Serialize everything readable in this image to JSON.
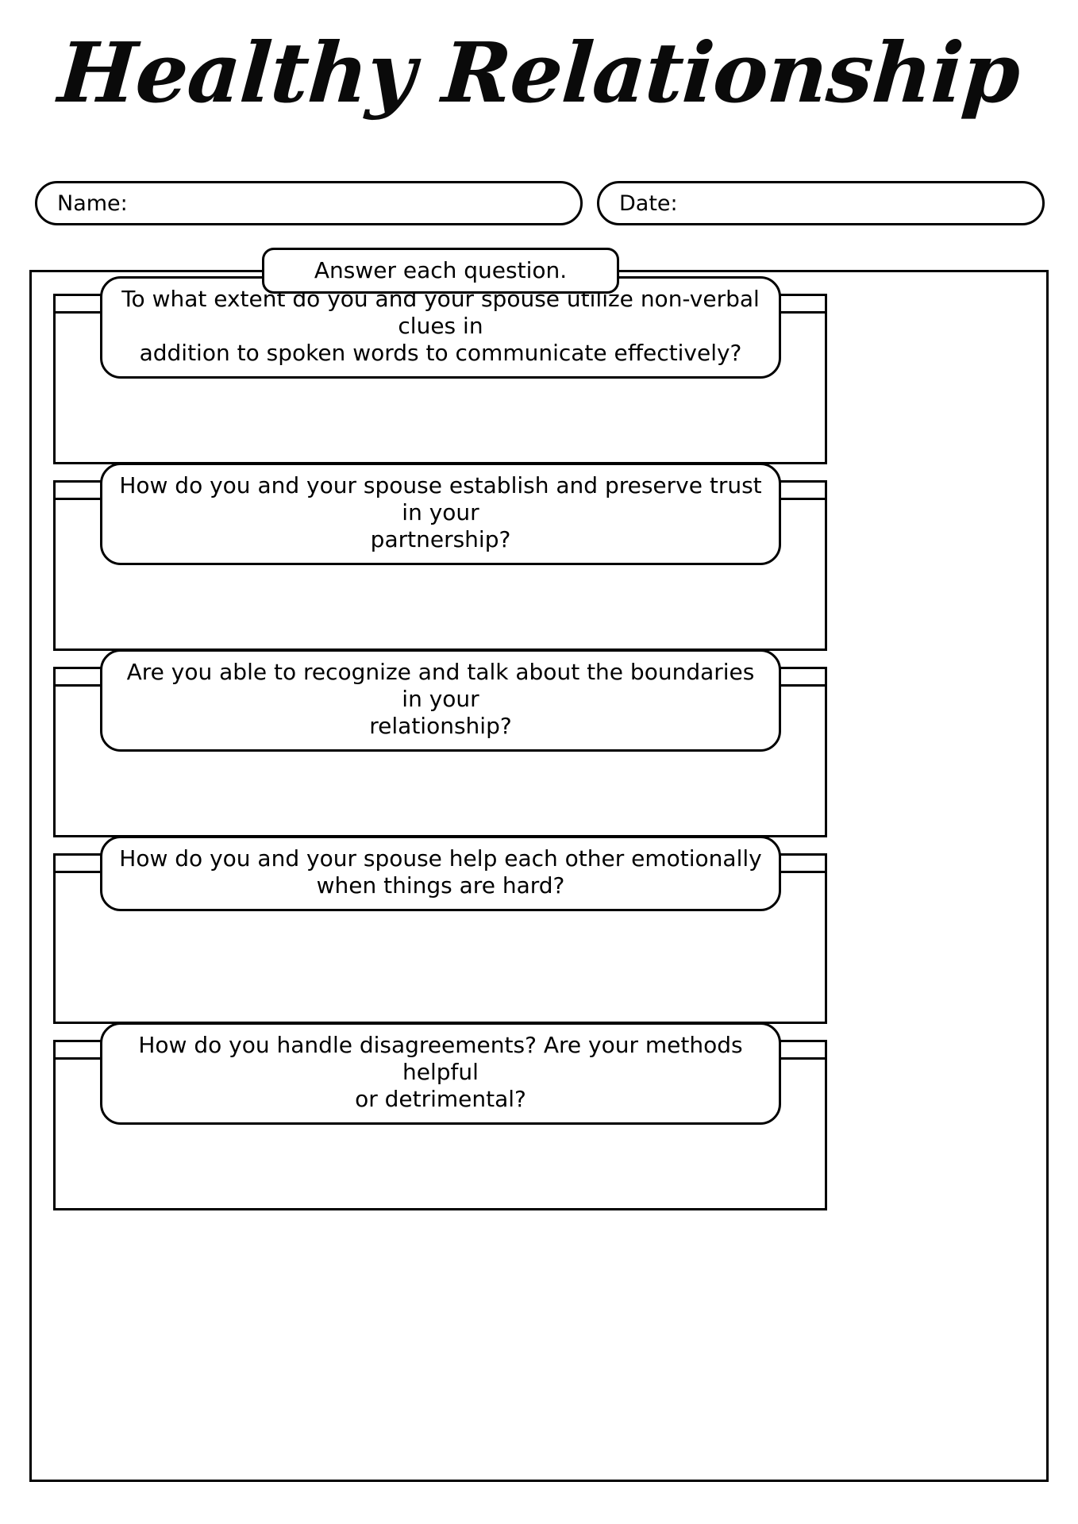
{
  "worksheet": {
    "title": "Healthy Relationship",
    "fields": {
      "name_label": "Name:",
      "date_label": "Date:"
    },
    "instruction": "Answer each question.",
    "questions": [
      {
        "line1": "To what extent do you and your spouse utilize non-verbal clues in",
        "line2": "addition to spoken words to communicate effectively?"
      },
      {
        "line1": "How do you and your spouse establish and preserve trust in your",
        "line2": "partnership?"
      },
      {
        "line1": "Are you able to recognize and talk about the boundaries in your",
        "line2": "relationship?"
      },
      {
        "line1": "How do you and your spouse help each other emotionally",
        "line2": "when things are hard?"
      },
      {
        "line1": "How do you handle disagreements? Are your methods helpful",
        "line2": "or detrimental?"
      }
    ]
  }
}
